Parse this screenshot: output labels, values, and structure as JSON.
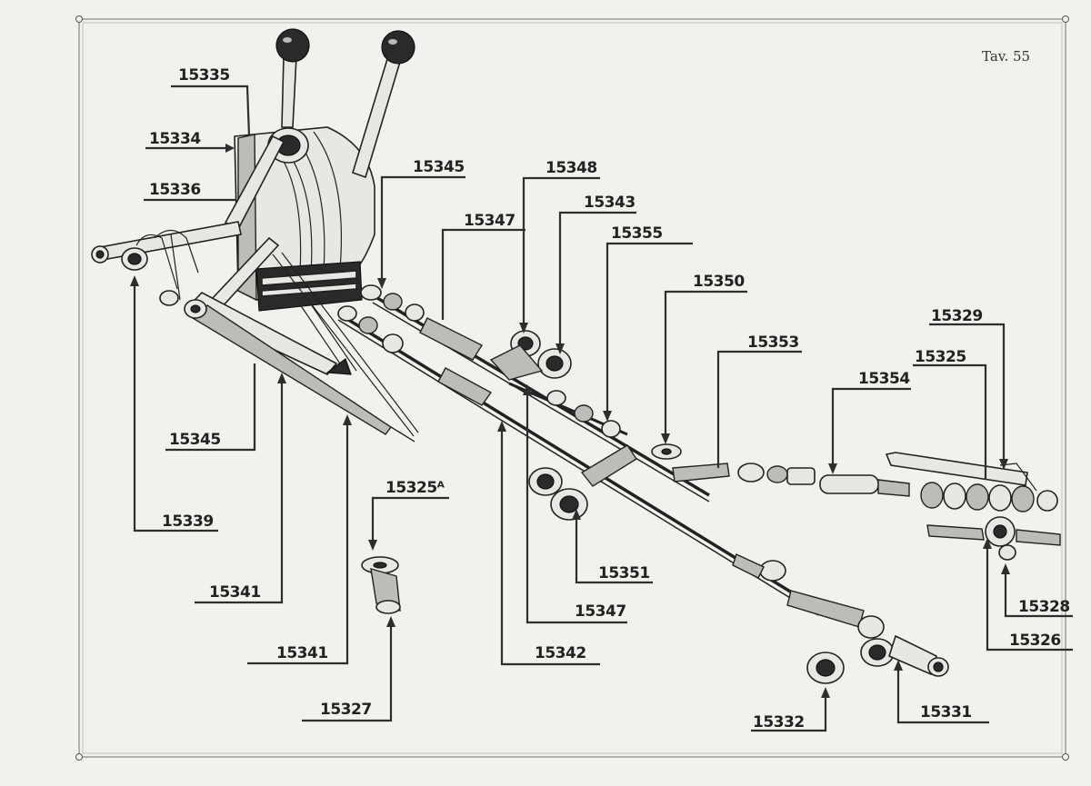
{
  "plate": {
    "title": "Tav. 55"
  },
  "labels": [
    {
      "id": "l15335",
      "text": "15335"
    },
    {
      "id": "l15334",
      "text": "15334"
    },
    {
      "id": "l15336",
      "text": "15336"
    },
    {
      "id": "l15345a",
      "text": "15345"
    },
    {
      "id": "l15348",
      "text": "15348"
    },
    {
      "id": "l15343",
      "text": "15343"
    },
    {
      "id": "l15347a",
      "text": "15347"
    },
    {
      "id": "l15355",
      "text": "15355"
    },
    {
      "id": "l15350",
      "text": "15350"
    },
    {
      "id": "l15329",
      "text": "15329"
    },
    {
      "id": "l15353",
      "text": "15353"
    },
    {
      "id": "l15325",
      "text": "15325"
    },
    {
      "id": "l15354",
      "text": "15354"
    },
    {
      "id": "l15345b",
      "text": "15345"
    },
    {
      "id": "l15325A",
      "text": "15325ᴬ"
    },
    {
      "id": "l15339",
      "text": "15339"
    },
    {
      "id": "l15351",
      "text": "15351"
    },
    {
      "id": "l15341a",
      "text": "15341"
    },
    {
      "id": "l15347b",
      "text": "15347"
    },
    {
      "id": "l15328",
      "text": "15328"
    },
    {
      "id": "l15326",
      "text": "15326"
    },
    {
      "id": "l15342",
      "text": "15342"
    },
    {
      "id": "l15341b",
      "text": "15341"
    },
    {
      "id": "l15327",
      "text": "15327"
    },
    {
      "id": "l15331",
      "text": "15331"
    },
    {
      "id": "l15332",
      "text": "15332"
    }
  ]
}
